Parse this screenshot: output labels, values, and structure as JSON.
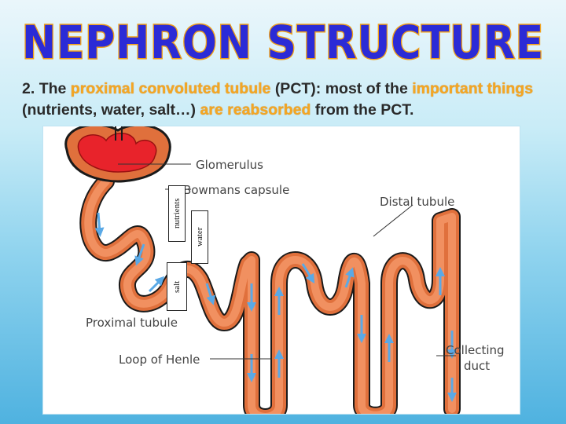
{
  "title": "NEPHRON STRUCTURE",
  "caption": {
    "number": "2.",
    "the": "The",
    "pct": "proximal convoluted tubule",
    "abbr": "(PCT):  most of the",
    "important": "important",
    "things": "things",
    "mid": "(nutrients, water, salt…)",
    "reabsorbed": "are reabsorbed",
    "end": "from the PCT."
  },
  "labels": {
    "glomerulus": "Glomerulus",
    "bowmans": "Bowmans capsule",
    "distal": "Distal tubule",
    "proximal": "Proximal tubule",
    "loop": "Loop of Henle",
    "collecting1": "Collecting",
    "collecting2": "duct"
  },
  "arrows": {
    "nutrients": "nutrients",
    "water": "water",
    "salt": "salt"
  },
  "colors": {
    "tubule": "#e0703c",
    "tubule_inner": "#f19060",
    "glomerulus": "#e8232b",
    "flow_arrow": "#5aa9e6",
    "highlight": "#f5a623",
    "title_fill": "#2b2bd6"
  }
}
